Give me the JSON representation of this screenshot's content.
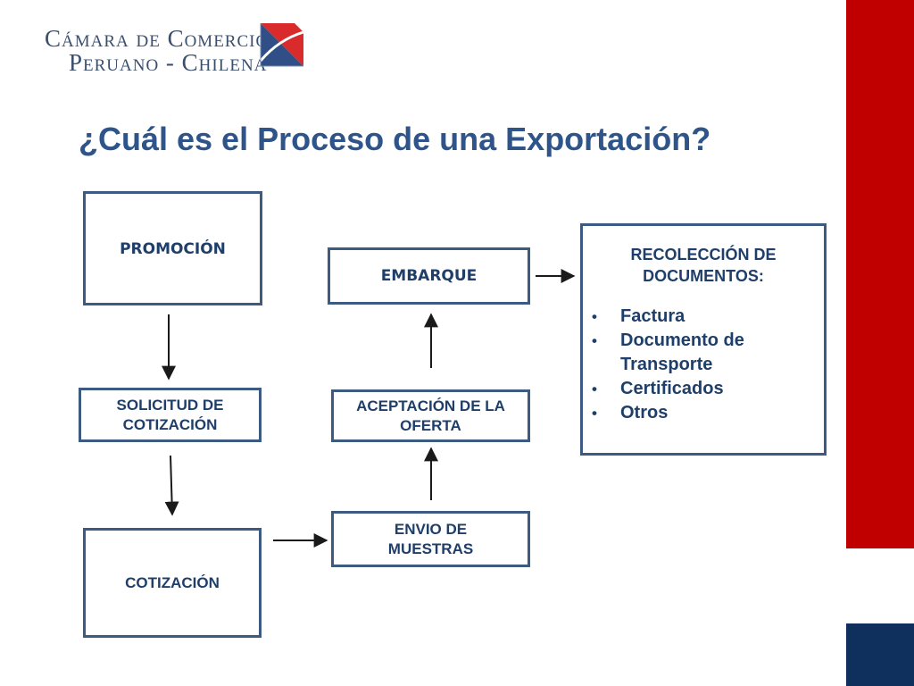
{
  "header": {
    "logo_line1": "Cámara de Comercio",
    "logo_line2": "Peruano - Chilena",
    "title": "¿Cuál es el Proceso de una Exportación?"
  },
  "boxes": {
    "promocion": "PROMOCIÓN",
    "solicitud_line1": "SOLICITUD DE",
    "solicitud_line2": "COTIZACIÓN",
    "cotizacion": "COTIZACIÓN",
    "envio_line1": "ENVIO DE",
    "envio_line2": "MUESTRAS",
    "aceptacion_line1": "ACEPTACIÓN DE LA",
    "aceptacion_line2": "OFERTA",
    "embarque": "EMBARQUE"
  },
  "recoleccion": {
    "heading_line1": "RECOLECCIÓN DE",
    "heading_line2": "DOCUMENTOS:",
    "items": [
      "Factura",
      "Documento de Transporte",
      "Certificados",
      "Otros"
    ]
  },
  "colors": {
    "accent_red": "#c00000",
    "accent_navy": "#0f2f5c",
    "text_blue": "#1f3f6a",
    "title_blue": "#2f5489"
  }
}
